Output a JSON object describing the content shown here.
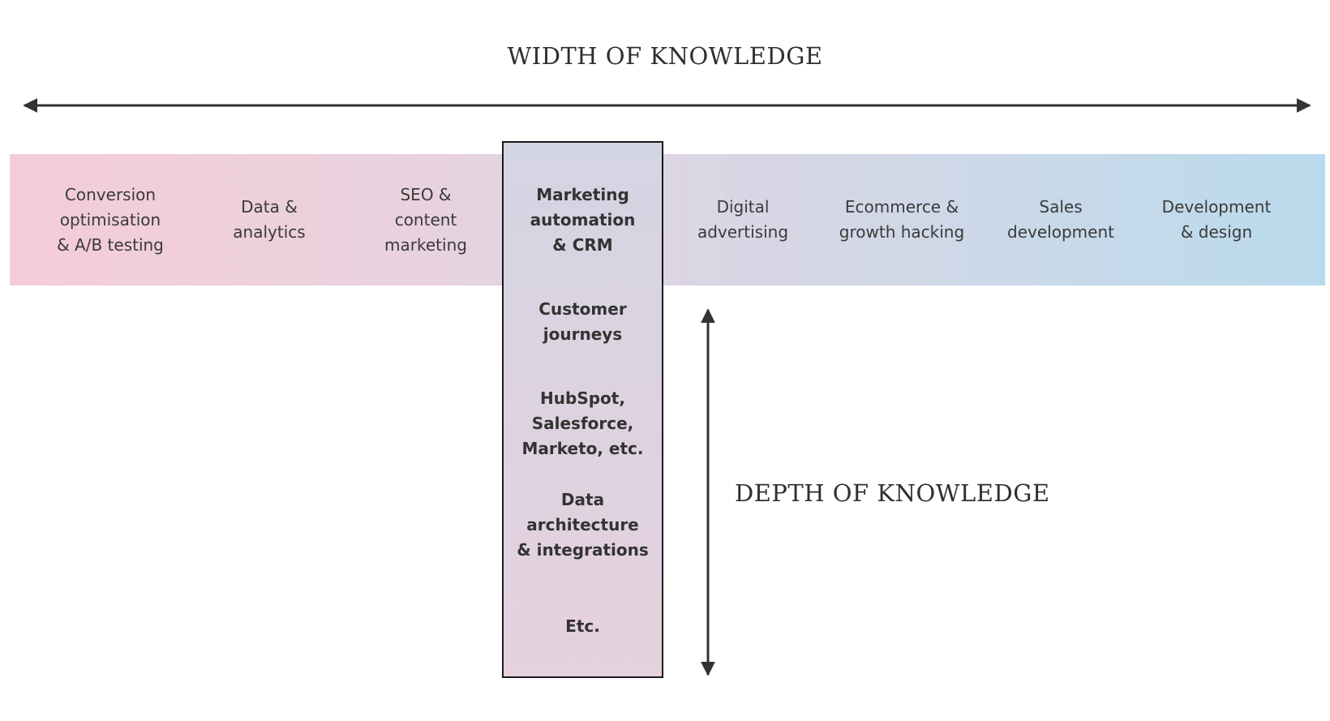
{
  "width_heading": "WIDTH OF KNOWLEDGE",
  "depth_heading": "DEPTH OF KNOWLEDGE",
  "broad_skills": [
    "Conversion\noptimisation\n& A/B testing",
    "Data &\nanalytics",
    "SEO &\ncontent\nmarketing",
    "Digital\nadvertising",
    "Ecommerce &\ngrowth hacking",
    "Sales\ndevelopment",
    "Development\n& design"
  ],
  "deep_skills": [
    "Marketing\nautomation\n& CRM",
    "Customer\njourneys",
    "HubSpot,\nSalesforce,\nMarketo, etc.",
    "Data\narchitecture\n& integrations",
    "Etc."
  ],
  "colors": {
    "band_start": "#f4ccd8",
    "band_end": "#b9daec",
    "arrow": "#333333",
    "box_border": "#1a1a1a"
  }
}
